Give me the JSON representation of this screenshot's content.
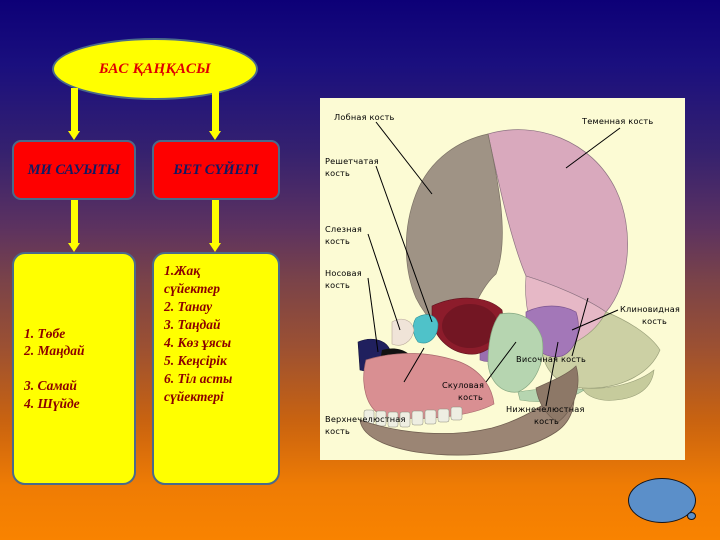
{
  "slide": {
    "background_top": "#0d0077",
    "background_mid": "#7a4349",
    "background_bottom": "#f98300"
  },
  "flowchart": {
    "title_node": {
      "label": "БАС\nҚАҢҚАСЫ",
      "fill": "#ffff00",
      "text_color": "#e00000"
    },
    "branches": [
      {
        "label": "МИ\nСАУЫТЫ",
        "fill": "#fe0000",
        "text_color": "#101a63"
      },
      {
        "label": "БЕТ\nСҮЙЕГІ",
        "fill": "#fe0000",
        "text_color": "#101a63"
      }
    ],
    "lists": [
      {
        "label": "1. Төбе\n2. Маңдай\n\n3. Самай\n4. Шүйде",
        "fill": "#ffff00",
        "text_color": "#8b0000"
      },
      {
        "label": "1.Жақ\nсүйектер\n2. Танау\n3. Таңдай\n4. Көз ұясы\n5. Кеңсірік\n6. Тіл асты\nсүйектері",
        "fill": "#ffff00",
        "text_color": "#8b0000"
      }
    ],
    "arrow_color": "#ffff00"
  },
  "figure": {
    "background": "#fcfbd4",
    "labels": {
      "frontal": "Лобная кость",
      "parietal": "Теменная кость",
      "ethmoid_1": "Решетчатая",
      "ethmoid_2": "кость",
      "lacrimal_1": "Слезная",
      "lacrimal_2": "кость",
      "nasal_1": "Носовая",
      "nasal_2": "кость",
      "sphenoid_1": "Клиновидная",
      "sphenoid_2": "кость",
      "temporal": "Височная кость",
      "zygomatic_1": "Скуловая",
      "zygomatic_2": "кость",
      "maxilla_1": "Верхнечелюстная",
      "maxilla_2": "кость",
      "mandible_1": "Нижнечелюстная",
      "mandible_2": "кость"
    },
    "bone_colors": {
      "parietal": "#d9a9bd",
      "frontal": "#a89b8c",
      "temporal": "#ccd0a4",
      "sphenoid": "#a377b8",
      "zygomatic": "#b6d5b0",
      "maxilla": "#d98f92",
      "mandible": "#9b8574",
      "nasal": "#2a2a6e",
      "lacrimal": "#4fc2c9",
      "orbit": "#8c1c2b",
      "ethmoid": "#7a2f7a"
    }
  },
  "callout": {
    "fill": "#5b8fc9",
    "stroke": "#12131a",
    "label": ""
  }
}
